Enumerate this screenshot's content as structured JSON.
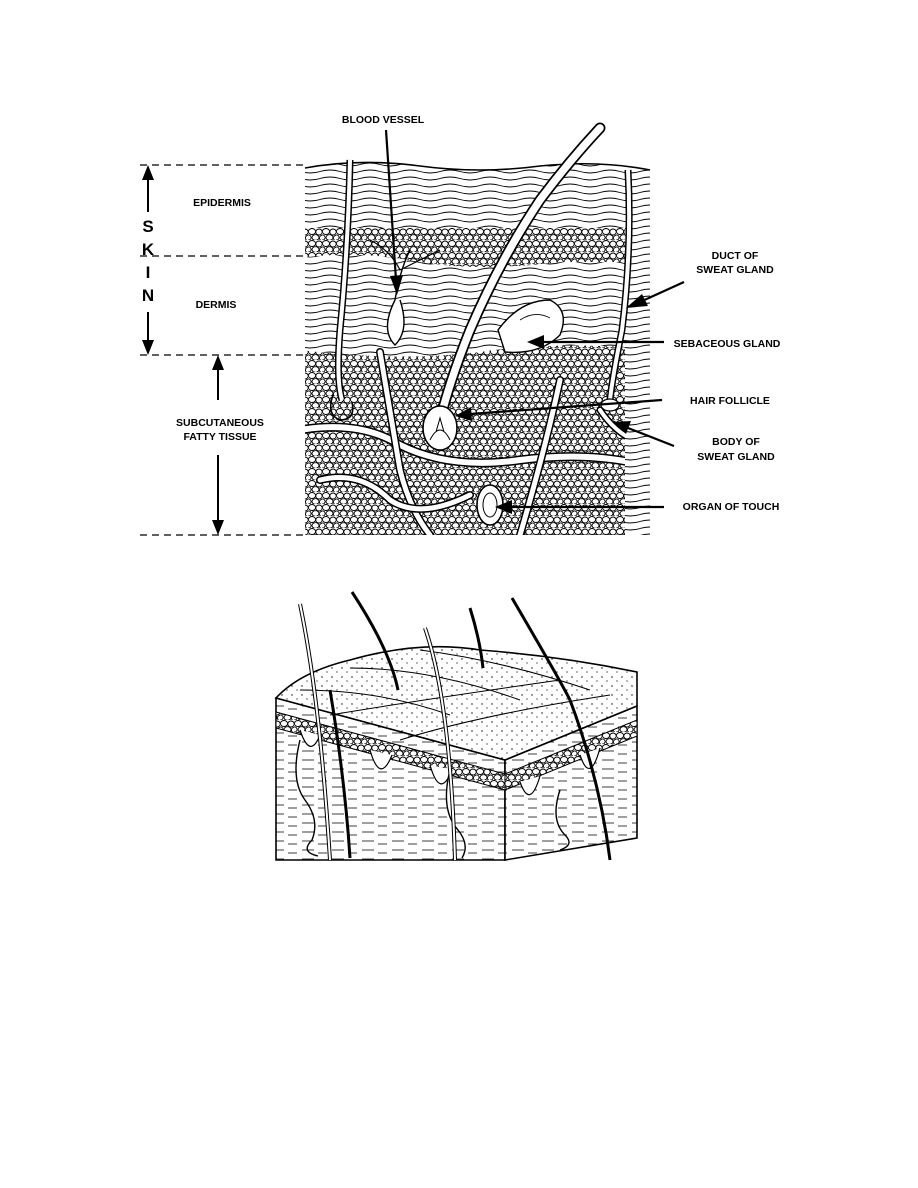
{
  "labels": {
    "blood_vessel": "BLOOD VESSEL",
    "epidermis": "EPIDERMIS",
    "dermis": "DERMIS",
    "subcutaneous_1": "SUBCUTANEOUS",
    "subcutaneous_2": "FATTY TISSUE",
    "duct_1": "DUCT OF",
    "duct_2": "SWEAT GLAND",
    "sebaceous": "SEBACEOUS GLAND",
    "hair_follicle": "HAIR FOLLICLE",
    "body_1": "BODY OF",
    "body_2": "SWEAT GLAND",
    "organ_touch": "ORGAN OF TOUCH"
  },
  "skin_letters": [
    "S",
    "K",
    "I",
    "N"
  ]
}
